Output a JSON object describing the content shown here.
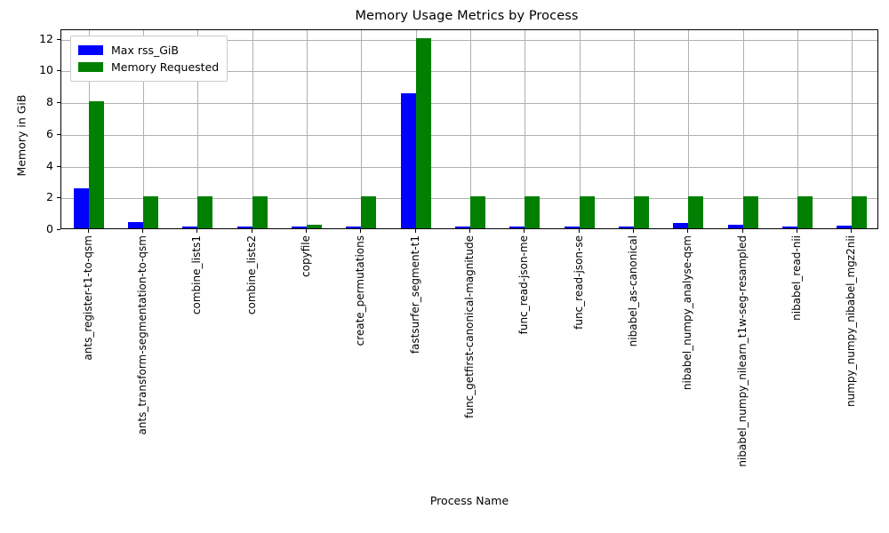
{
  "chart_data": {
    "type": "bar",
    "title": "Memory Usage Metrics by Process",
    "xlabel": "Process Name",
    "ylabel": "Memory in GiB",
    "ylim": [
      0,
      12.6
    ],
    "yticks": [
      0,
      2,
      4,
      6,
      8,
      10,
      12
    ],
    "ytick_labels": [
      "0",
      "2",
      "4",
      "6",
      "8",
      "10",
      "12"
    ],
    "grid": true,
    "legend_position": "upper left",
    "categories": [
      "ants_register-t1-to-qsm",
      "ants_transform-segmentation-to-qsm",
      "combine_lists1",
      "combine_lists2",
      "copyfile",
      "create_permutations",
      "fastsurfer_segment-t1",
      "func_getfirst-canonical-magnitude",
      "func_read-json-me",
      "func_read-json-se",
      "nibabel_as-canonical",
      "nibabel_numpy_analyse-qsm",
      "nibabel_numpy_nilearn_t1w-seg-resampled",
      "nibabel_read-nii",
      "numpy_numpy_nibabel_mgz2nii"
    ],
    "series": [
      {
        "name": "Max rss_GiB",
        "color": "#0000ff",
        "values": [
          2.5,
          0.4,
          0.1,
          0.1,
          0.1,
          0.1,
          8.5,
          0.1,
          0.1,
          0.1,
          0.1,
          0.35,
          0.25,
          0.1,
          0.15
        ]
      },
      {
        "name": "Memory Requested",
        "color": "#007f00",
        "values": [
          8,
          2,
          2,
          2,
          0.2,
          2,
          12,
          2,
          2,
          2,
          2,
          2,
          2,
          2,
          2
        ]
      }
    ]
  }
}
